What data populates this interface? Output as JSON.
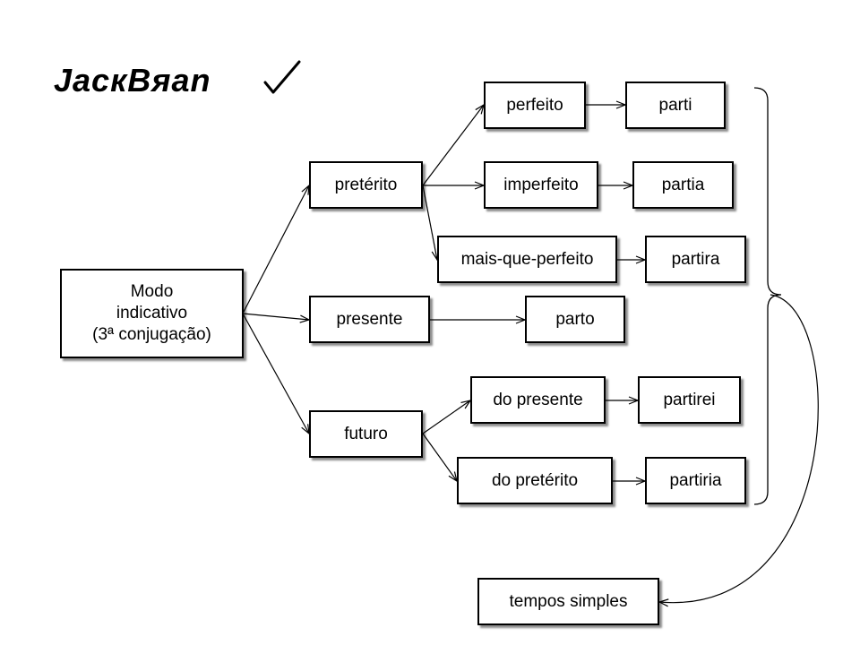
{
  "logo": {
    "text": "JacкBяan",
    "mark": "check-mark"
  },
  "nodes": {
    "root": [
      "Modo",
      "indicativo",
      "(3ª conjugação)"
    ],
    "preterito": "pretérito",
    "presente": "presente",
    "futuro": "futuro",
    "perfeito": "perfeito",
    "imperfeito": "imperfeito",
    "mais_que_perfeito": "mais-que-perfeito",
    "do_presente": "do presente",
    "do_preterito": "do pretérito",
    "parti": "parti",
    "partia": "partia",
    "partira": "partira",
    "parto": "parto",
    "partirei": "partirei",
    "partiria": "partiria",
    "tempos_simples": "tempos simples"
  },
  "colors": {
    "stroke": "#000000",
    "background": "#ffffff"
  }
}
